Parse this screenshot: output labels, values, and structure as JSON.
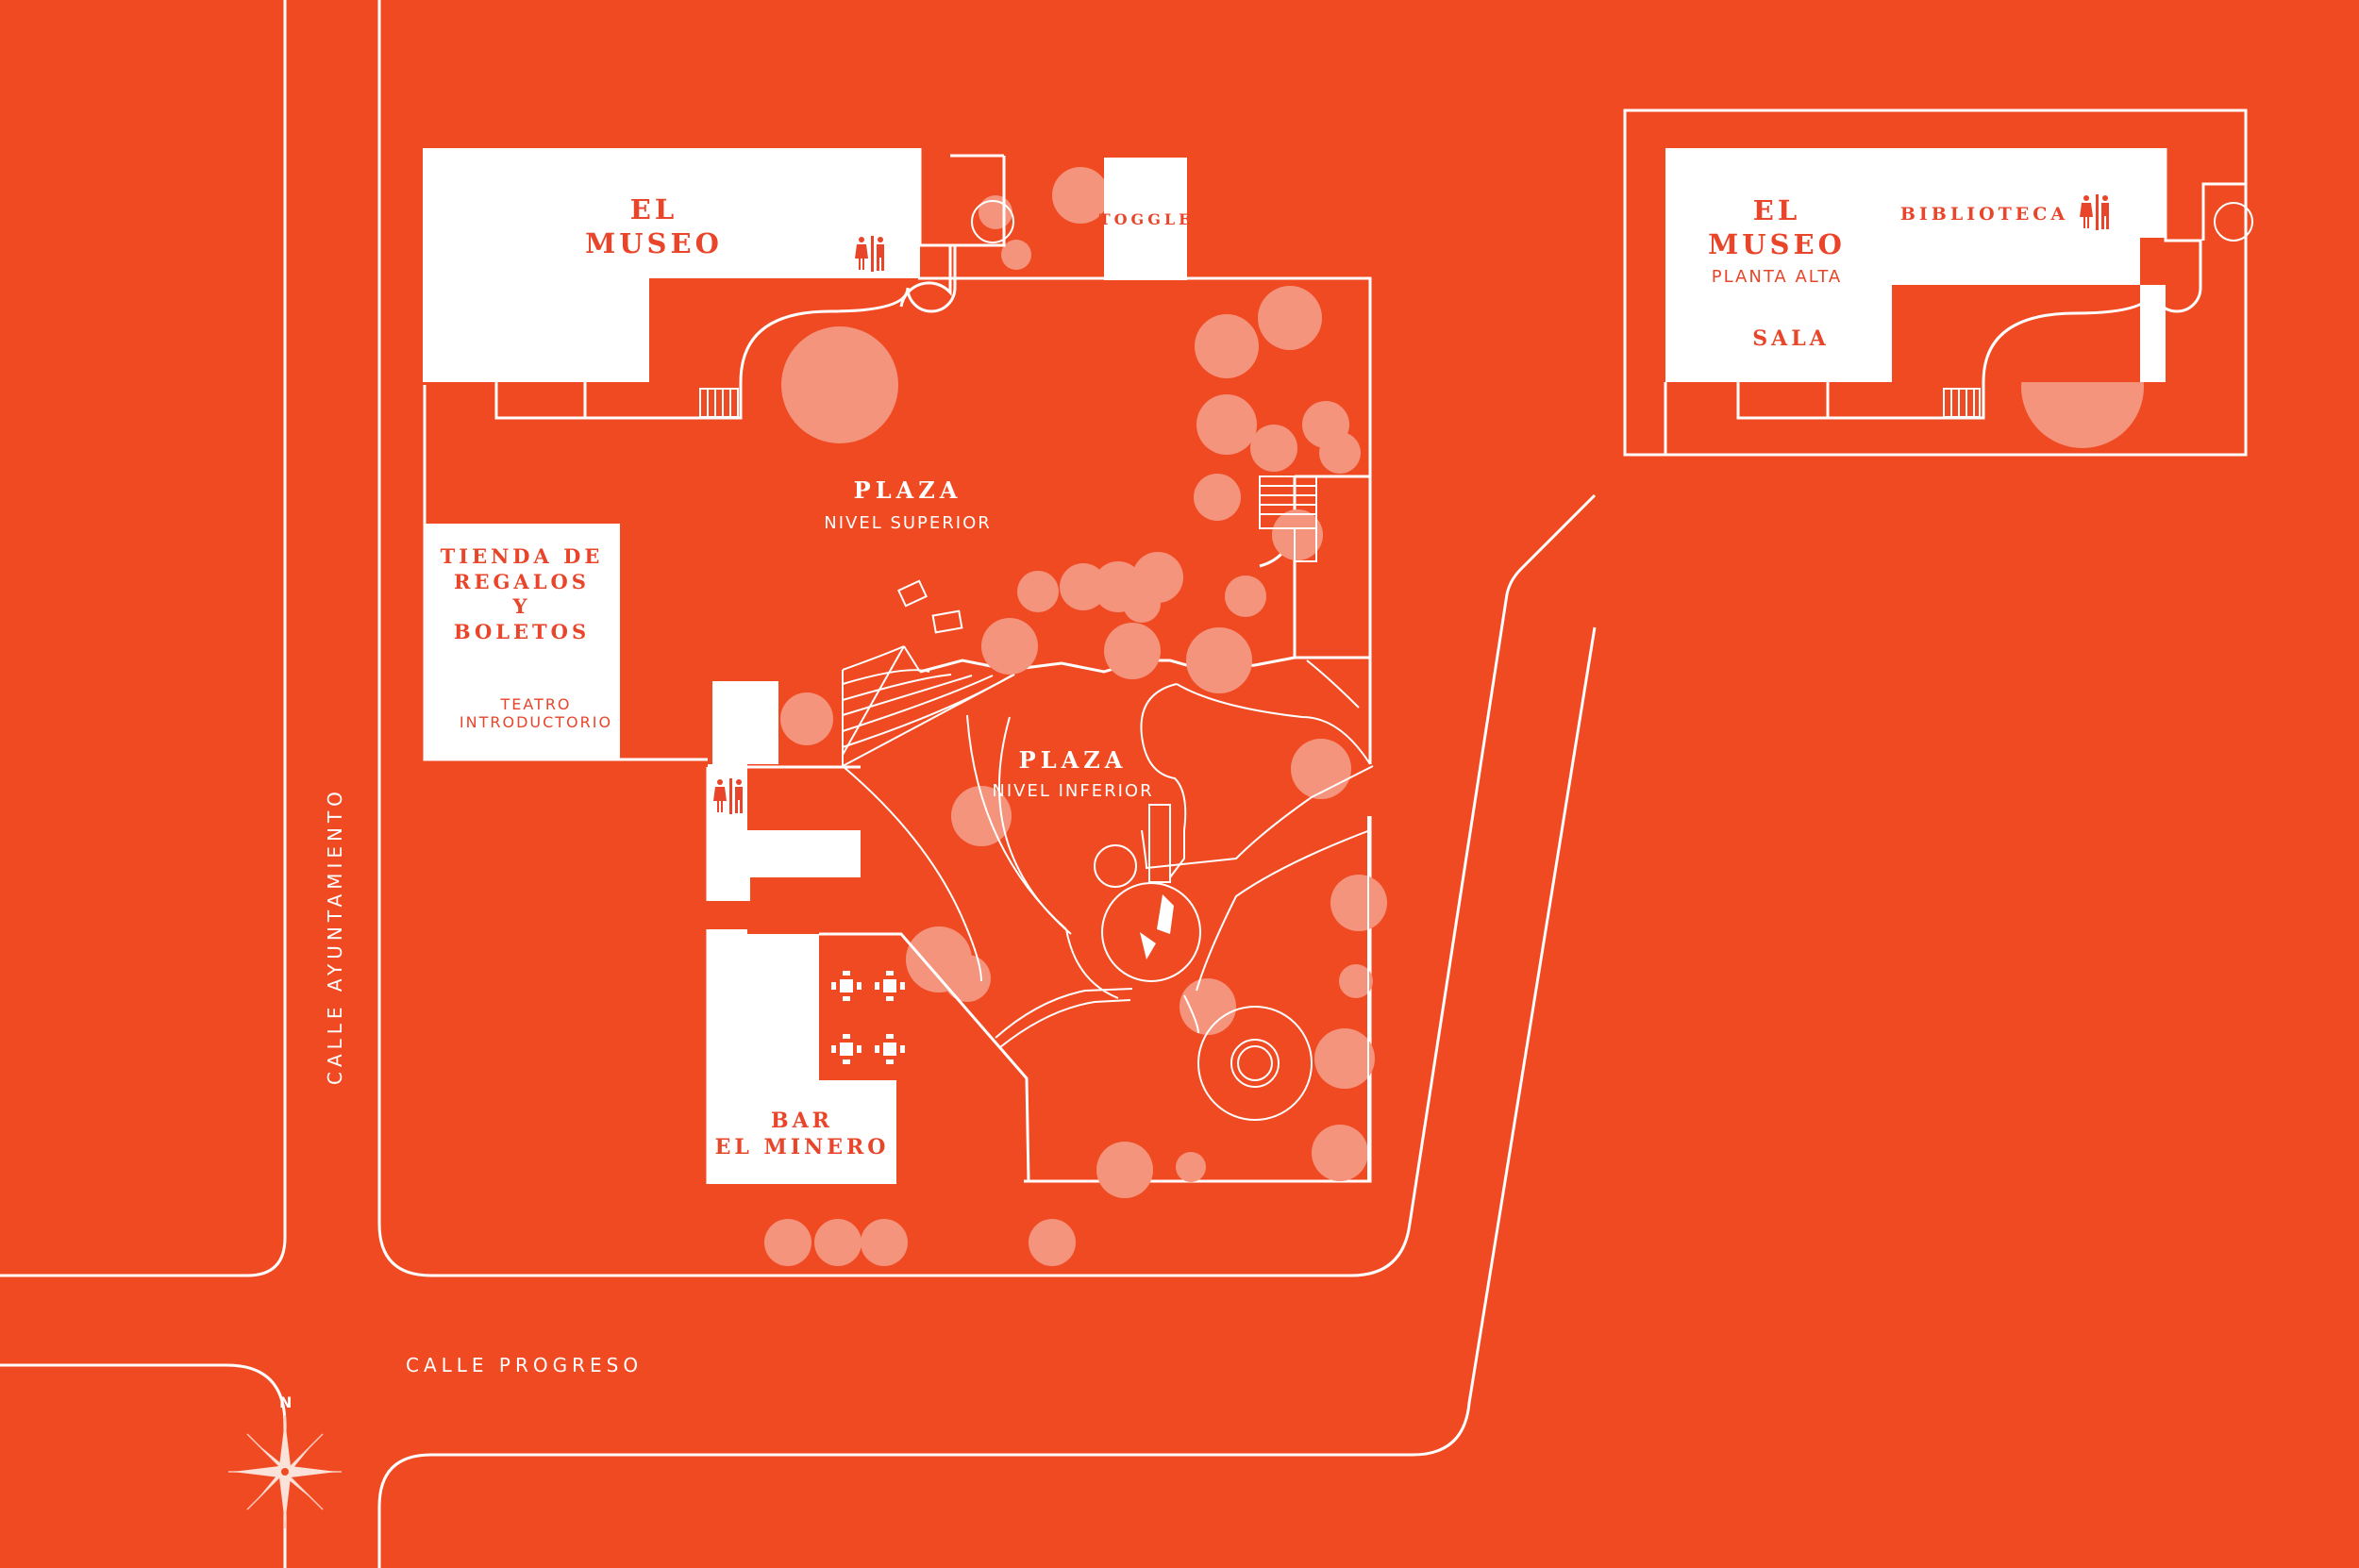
{
  "colors": {
    "background": "#F04A23",
    "building": "#FFFFFF",
    "label": "#E8452A",
    "tree": "#F4947D",
    "line": "#FFFFFF"
  },
  "streets": {
    "vertical": "CALLE AYUNTAMIENTO",
    "horizontal": "CALLE PROGRESO"
  },
  "compass": {
    "north": "N"
  },
  "ground_floor": {
    "museo": {
      "line1": "EL",
      "line2": "MUSEO"
    },
    "toggle": "TOGGLE",
    "plaza_superior": {
      "title": "PLAZA",
      "subtitle": "NIVEL SUPERIOR"
    },
    "tienda": {
      "line1": "TIENDA DE",
      "line2": "REGALOS",
      "line3": "Y",
      "line4": "BOLETOS"
    },
    "teatro": {
      "line1": "TEATRO",
      "line2": "INTRODUCTORIO"
    },
    "plaza_inferior": {
      "title": "PLAZA",
      "subtitle": "NIVEL INFERIOR"
    },
    "bar": {
      "line1": "BAR",
      "line2": "EL MINERO"
    }
  },
  "upper_floor": {
    "museo": {
      "line1": "EL",
      "line2": "MUSEO",
      "subtitle": "PLANTA ALTA"
    },
    "sala": "SALA",
    "biblioteca": "BIBLIOTECA"
  },
  "icons": [
    "restroom-icon",
    "table-icon",
    "tree-icon",
    "fountain-icon",
    "compass-rose-icon",
    "stairs-icon"
  ]
}
